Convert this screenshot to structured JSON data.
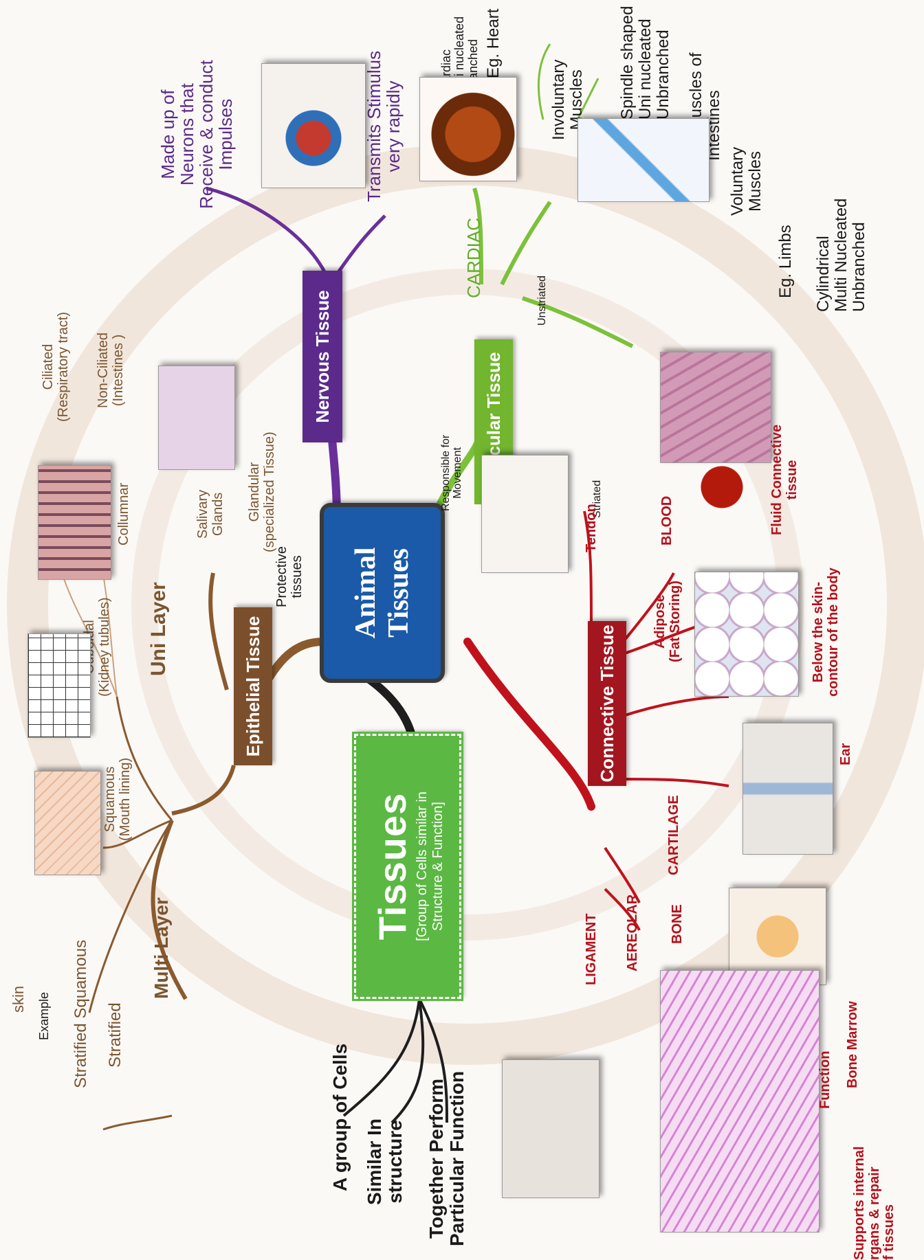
{
  "central": {
    "label": "Animal\nTissues",
    "color": "#1a5aa8"
  },
  "tissues_box": {
    "title": "Tissues",
    "subtitle": "[Group of Cells similar in\nStructure & Function]",
    "color": "#5bb843"
  },
  "tissues_definition": {
    "items": [
      "A group of Cells",
      "Similar In\nstructure",
      "Together Perform\nParticular Function"
    ]
  },
  "epithelial": {
    "label": "Epithelial Tissue",
    "color": "#7b4f2b",
    "connector": "Protective\ntissues",
    "uni_layer": {
      "label": "Uni Layer",
      "squamous": "Squamous\n(Mouth lining)",
      "cuboidal": "Cuboidal\n(Kidney tubules)",
      "columnar": "Collumnar",
      "ciliated": "Ciliated\n(Respiratory tract)",
      "non_ciliated": "Non-Ciliated\n(Intestines )"
    },
    "glands": {
      "salivary": "Salivary\nGlands",
      "glandular": "Glandular\n(specialized Tissue)"
    },
    "multi_layer": {
      "label": "Multi Layer",
      "stratified": "Stratified",
      "stratified_squamous": "Stratified Squamous",
      "example": "Example",
      "skin": "skin"
    }
  },
  "nervous": {
    "label": "Nervous Tissue",
    "color": "#5b2a8a",
    "desc1": "Made up of\nNeurons that\nReceive & conduct\nImpulses",
    "desc2": "Transmits Stimulus\nvery rapidly"
  },
  "muscular": {
    "label": "Muscular Tissue",
    "color": "#72b52e",
    "connector": "Responsible for\nMovement",
    "cardiac": {
      "label": "CARDIAC",
      "props": "Cardiac\nUni nucleated\nBranched",
      "example": "Eg. Heart"
    },
    "unstriated": {
      "label": "Unstriated",
      "type": "Involuntary\nMuscles",
      "props": "Spindle shaped\nUni nucleated\nUnbranched",
      "example": "Eg. Muscles of\nIntestines"
    },
    "striated": {
      "label": "Striated",
      "type": "Voluntary\nMuscles",
      "example": "Eg. Limbs",
      "props": "Cylindrical\nMulti Nucleated\nUnbranched"
    }
  },
  "connective": {
    "label": "Connective Tissue",
    "color": "#a3161f",
    "tendon": "Tendon",
    "blood": "BLOOD",
    "fluid": "Fluid Connective\ntissue",
    "adipose": "Adipose\n(Fat Storing)",
    "adipose_loc": "Below the skin-\ncontour of the body",
    "cartilage": "CARTILAGE",
    "ear": "Ear",
    "bone": "BONE",
    "bone_marrow": "Bone Marrow",
    "ligament": "LIGAMENT",
    "aereolar": "AEREOLAR",
    "function": "Function",
    "function_desc": "Supports internal\nrgans & repair\nf tissues"
  },
  "colors": {
    "epithelial_line": "#8a5a2e",
    "nervous_line": "#6a2f9a",
    "muscular_line": "#7cc13a",
    "connective_line": "#c0121c",
    "tissues_line": "#1e1e1e"
  }
}
